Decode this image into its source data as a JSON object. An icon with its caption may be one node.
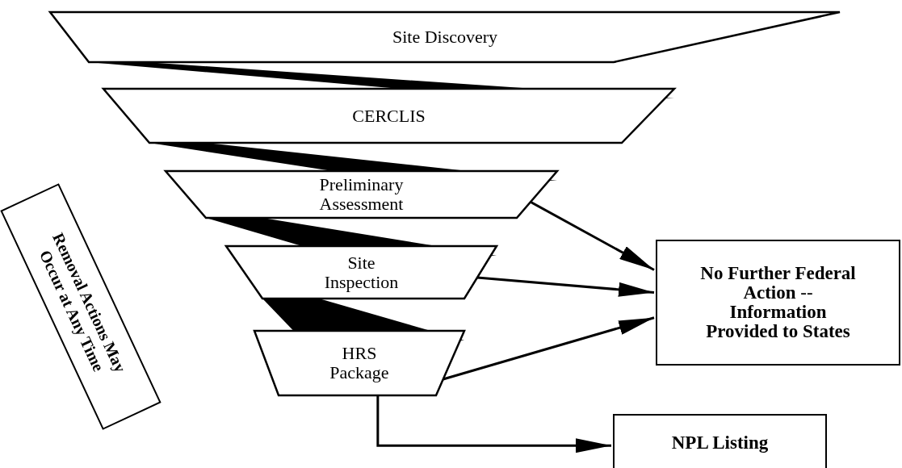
{
  "diagram": {
    "nodes": [
      {
        "text": [
          "Site Discovery"
        ]
      },
      {
        "text": [
          "CERCLIS"
        ]
      },
      {
        "text": [
          "Preliminary Assessment"
        ]
      },
      {
        "text": [
          "Site Inspection"
        ]
      },
      {
        "text": [
          "HRS Package"
        ]
      },
      {
        "text": [
          "Removal Actions May Occur at Any Time"
        ]
      },
      {
        "text": [
          "**No Further Federal Action** -- **Information Provided to States**"
        ]
      },
      {
        "text": [
          "NPL Listing"
        ]
      }
    ],
    "edges": [
      {
        "from": 2,
        "to": 6,
        "arrow": "to"
      },
      {
        "from": 3,
        "to": 6,
        "arrow": "to"
      },
      {
        "from": 4,
        "to": 6,
        "arrow": "to"
      },
      {
        "from": 4,
        "to": 7,
        "arrow": "to"
      }
    ]
  }
}
